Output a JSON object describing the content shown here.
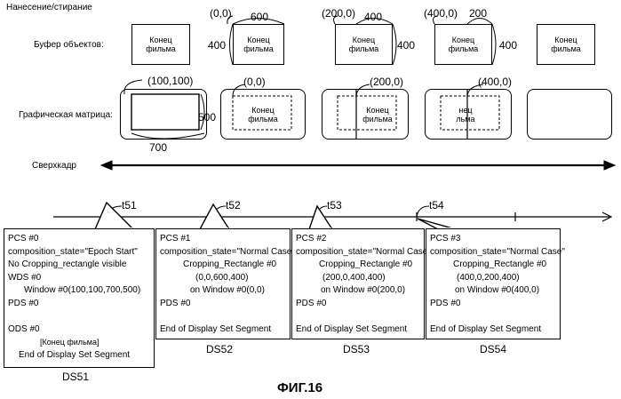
{
  "header": {
    "draw_erase": "Нанесение/стирание",
    "object_buffer": "Буфер объектов:",
    "graphics_plane": "Графическая матрица:",
    "epoch": "Сверхкадр"
  },
  "buffer": {
    "b1": {
      "text": "Конец\nфильма"
    },
    "b2": {
      "text": "Конец\nфильма",
      "origin": "(0,0)",
      "width": "600",
      "height": "400"
    },
    "b3": {
      "text": "Конец\nфильма",
      "origin": "(200,0)",
      "width": "400",
      "height": "400"
    },
    "b4": {
      "text": "Конец\nфильма",
      "origin": "(400,0)",
      "width": "200",
      "height": "400"
    },
    "b5": {
      "text": "Конец\nфильма"
    }
  },
  "plane": {
    "p1": {
      "origin": "(100,100)",
      "width": "700",
      "height": "500"
    },
    "p2": {
      "text": "Конец\nфильма",
      "origin": "(0,0)"
    },
    "p3": {
      "text": "Конец\nфильма",
      "origin": "(200,0)"
    },
    "p4": {
      "text": "нец\nльма",
      "origin": "(400,0)"
    }
  },
  "timeline": {
    "t51": "t51",
    "t52": "t52",
    "t53": "t53",
    "t54": "t54"
  },
  "segments": {
    "ds51": {
      "name": "DS51",
      "lines": [
        "PCS #0",
        "composition_state=\"Epoch Start\"",
        "No Cropping_rectangle visible",
        "WDS #0",
        "Window #0(100,100,700,500)",
        "PDS #0",
        "",
        "ODS #0",
        "[Конец фильма]",
        "End of Display Set Segment"
      ]
    },
    "ds52": {
      "name": "DS52",
      "lines": [
        "PCS #1",
        "composition_state=\"Normal Case\"",
        "Cropping_Rectangle #0",
        "(0,0,600,400)",
        "on Window #0(0,0)",
        "PDS #0",
        "",
        "End of Display Set Segment"
      ]
    },
    "ds53": {
      "name": "DS53",
      "lines": [
        "PCS #2",
        "composition_state=\"Normal Case\"",
        "Cropping_Rectangle #0",
        "(200,0,400,400)",
        "on Window #0(200,0)",
        "PDS #0",
        "",
        "End of Display Set Segment"
      ]
    },
    "ds54": {
      "name": "DS54",
      "lines": [
        "PCS #3",
        "composition_state=\"Normal Case\"",
        "Cropping_Rectangle #0",
        "(400,0,200,400)",
        "on Window #0(400,0)",
        "PDS #0",
        "",
        "End of Display Set Segment"
      ]
    }
  },
  "figure": {
    "label": "ФИГ.16"
  }
}
